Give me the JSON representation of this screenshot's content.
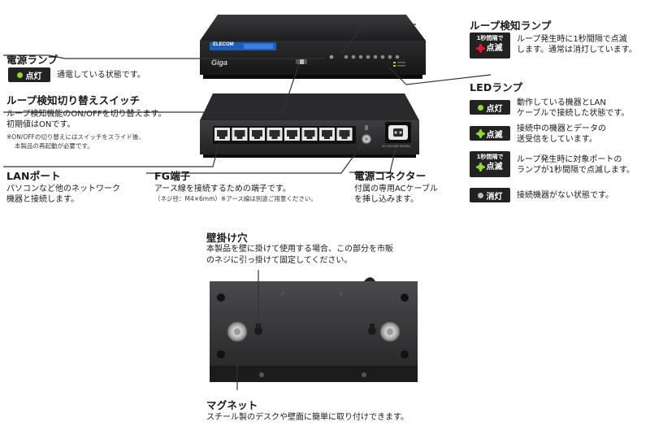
{
  "power_lamp": {
    "title": "電源ランプ",
    "badge": "点灯",
    "desc": "通電している状態です。"
  },
  "loop_switch": {
    "title": "ループ検知切り替えスイッチ",
    "desc1": "ループ検知機能のON/OFFを切り替えます。",
    "desc2": "初期値はONです。",
    "note1": "※ON/OFFの切り替えにはスイッチをスライド後、",
    "note2": "本製品の再起動が必要です。"
  },
  "lan_port": {
    "title": "LANポート",
    "desc1": "パソコンなど他のネットワーク",
    "desc2": "機器と接続します。"
  },
  "fg_terminal": {
    "title": "FG端子",
    "desc": "アース線を接続するための端子です。",
    "note": "（ネジ径：M4×6mm）※アース線は別途ご用意ください。"
  },
  "power_connector": {
    "title": "電源コネクター",
    "desc1": "付属の専用ACケーブル",
    "desc2": "を挿し込みます。"
  },
  "loop_lamp": {
    "title": "ループ検知ランプ",
    "badge_top": "1秒間隔で",
    "badge_bottom": "点滅",
    "desc1": "ループ発生時に1秒間隔で点滅",
    "desc2": "します。通常は消灯しています。"
  },
  "led_lamp": {
    "title": "LEDランプ",
    "on_badge": "点灯",
    "on_desc1": "動作している機器とLAN",
    "on_desc2": "ケーブルで接続した状態です。",
    "blink_badge": "点滅",
    "blink_desc1": "接続中の機器とデータの",
    "blink_desc2": "送受信をしています。",
    "loop_badge_top": "1秒間隔で",
    "loop_badge_bottom": "点滅",
    "loop_desc1": "ループ発生時に対象ポートの",
    "loop_desc2": "ランプが1秒間隔で点滅します。",
    "off_badge": "消灯",
    "off_desc": "接続機器がない状態です。"
  },
  "wall_hole": {
    "title": "壁掛け穴",
    "desc1": "本製品を壁に掛けて使用する場合、この部分を市販",
    "desc2": "のネジに引っ掛けて固定してください。"
  },
  "magnet": {
    "title": "マグネット",
    "desc": "スチール製のデスクや壁面に簡単に取り付けできます。"
  },
  "device": {
    "brand": "ELECOM",
    "model_logo": "Giga",
    "power_label": "AC 100-240V 50/60Hz"
  },
  "colors": {
    "green": "#8cdc28",
    "red": "#e8182a",
    "gray": "#bbbbbb",
    "dark": "#222222"
  }
}
